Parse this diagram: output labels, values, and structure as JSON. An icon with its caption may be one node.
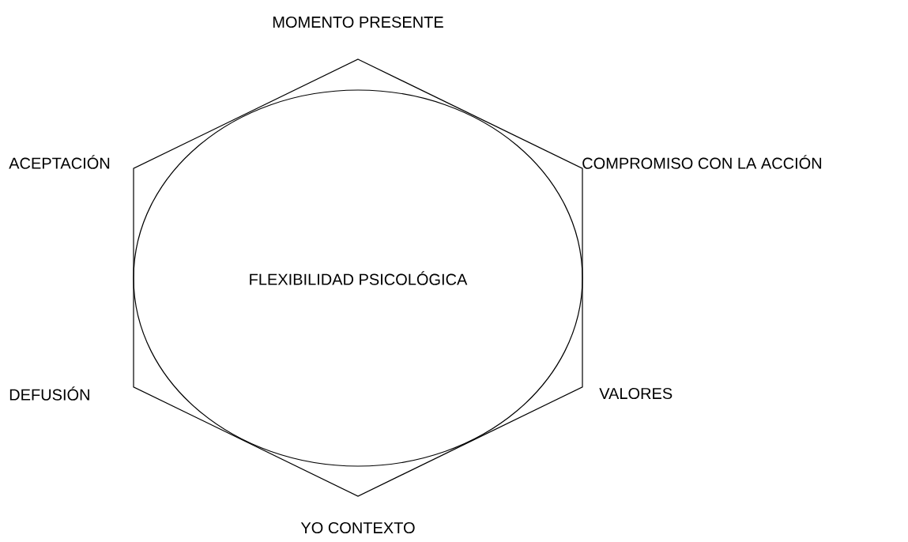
{
  "diagram": {
    "nodes": [
      {
        "text": [],
        "shape": "hexagon",
        "beside": [
          "MOMENTO PRESENTE",
          "COMPROMISO CON LA ACCIÓN",
          "VALORES",
          "YO CONTEXTO",
          "DEFUSIÓN",
          "ACEPTACIÓN"
        ]
      },
      {
        "text": [
          "FLEXIBILIDAD PSICOLÓGICA"
        ],
        "in": 0
      }
    ]
  }
}
